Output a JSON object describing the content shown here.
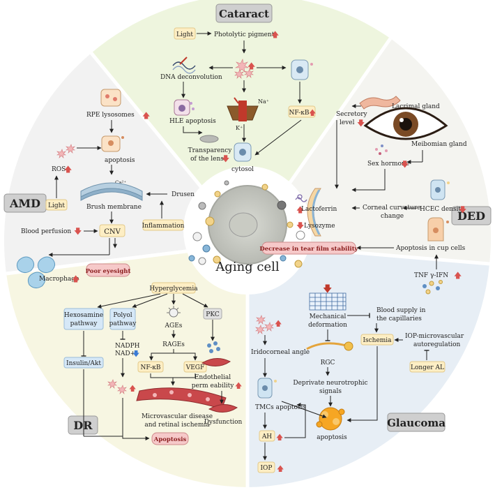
{
  "center": {
    "label": "Aging cell"
  },
  "sectors": {
    "cataract": {
      "title": "Cataract"
    },
    "amd": {
      "title": "AMD"
    },
    "ded": {
      "title": "DED"
    },
    "dr": {
      "title": "DR"
    },
    "glaucoma": {
      "title": "Glaucoma"
    }
  },
  "cataract": {
    "light": "Light",
    "photolytic": "Photolytic pigment",
    "dna": "DNA deconvolution",
    "hle": "HLE apoptosis",
    "transparency_1": "Transparency",
    "transparency_2": "of the lens",
    "na": "Na⁺",
    "k": "K⁺",
    "nfkb": "NF-κB",
    "cytosol": "cytosol"
  },
  "amd": {
    "rpe": "RPE lysosomes",
    "ros": "ROS",
    "apoptosis": "apoptosis",
    "light": "Light",
    "ca": "Ca²⁺",
    "brush": "Brush membrane",
    "drusen": "Drusen",
    "inflammation": "Inflammation",
    "blood": "Blood perfusion",
    "cnv": "CNV",
    "macrophage": "Macrophage",
    "poor": "Poor eyesight"
  },
  "ded": {
    "lacrimal": "Lacrimal gland",
    "secretory_1": "Secretory",
    "secretory_2": "level",
    "meibomian": "Meibomian gland",
    "sex": "Sex hormone",
    "lactoferrin": "Lactoferrin",
    "lysozyme": "Lysozyme",
    "corneal_1": "Corneal curvature",
    "corneal_2": "change",
    "hcec": "HCEC density",
    "decrease": "Decrease in tear film stability",
    "apoptosis_cup": "Apoptosis in cup cells",
    "tnf": "TNF γ-IFN"
  },
  "dr": {
    "hyperglycemia": "Hyperglycemia",
    "hexosamine_1": "Hexosamine",
    "hexosamine_2": "pathway",
    "polyol_1": "Polyol",
    "polyol_2": "pathway",
    "ages": "AGEs",
    "pkc": "PKC",
    "insulin": "Insulin/Akt",
    "nadph": "NADPH",
    "nad": "NAD+",
    "rages": "RAGEs",
    "nfkb": "NF-κB",
    "vegf": "VEGF",
    "endo_1": "Endothelial",
    "endo_2": "perm eability",
    "micro_1": "Microvascular disease",
    "micro_2": "and retinal ischemia",
    "dysfunction": "Dysfunction",
    "apoptosis": "Apoptosis"
  },
  "glaucoma": {
    "mech_1": "Mechanical",
    "mech_2": "deformation",
    "blood_1": "Blood supply in",
    "blood_2": "the capillaries",
    "ischemia": "Ischemia",
    "iop_auto_1": "IOP-microvascular",
    "iop_auto_2": "autoregulation",
    "longer": "Longer AL",
    "irido": "Iridocorneal angle",
    "rgc": "RGC",
    "deprivate_1": "Deprivate neurotrophic",
    "deprivate_2": "signals",
    "tmc": "TMCs apoptosis",
    "ah": "AH",
    "apoptosis": "apoptosis",
    "iop": "IOP"
  },
  "colors": {
    "cataract_bg": "#eef5de",
    "amd_bg": "#f2f2f2",
    "ded_bg": "#f4f4f0",
    "dr_bg": "#f7f6e2",
    "glaucoma_bg": "#e7eef5",
    "label_box": "#fdeec4",
    "blue_box": "#d6e8f7",
    "pink_box": "#f6c9c9",
    "up_arrow": "#d9534f",
    "down_arrow": "#3a7bd5"
  }
}
